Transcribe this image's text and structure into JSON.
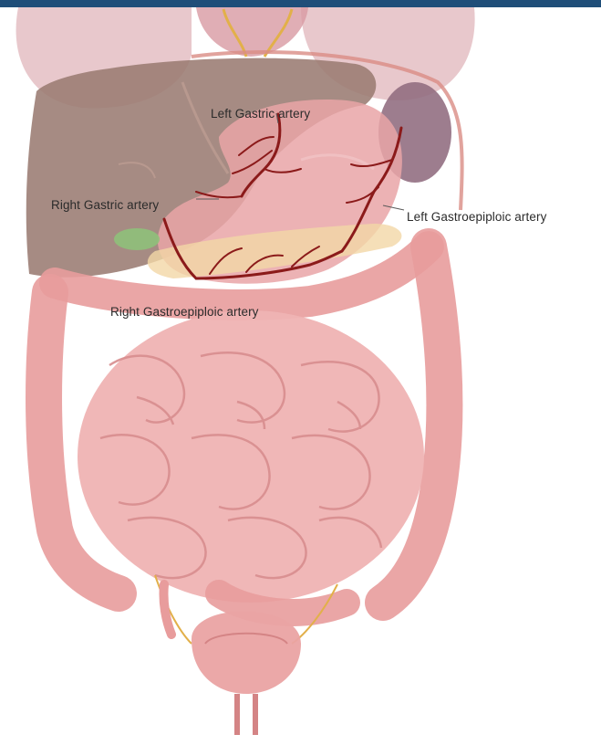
{
  "labels": {
    "left_gastric_artery": "Left Gastric artery",
    "right_gastric_artery": "Right Gastric artery",
    "left_gastroepiploic_artery": "Left Gastroepiploic artery",
    "right_gastroepiploic_artery": "Right Gastroepiploic artery"
  },
  "colors": {
    "top_bar": "#1f4e79",
    "liver": "#9a7b72",
    "stomach": "#e9a5a7",
    "spleen": "#8f6b7e",
    "intestine": "#efb3b3",
    "colon": "#e89c9c",
    "artery": "#8b1a1a",
    "gallbladder": "#8fc07a",
    "pancreas": "#f3d7a6",
    "bladder": "#eaa3a3"
  }
}
